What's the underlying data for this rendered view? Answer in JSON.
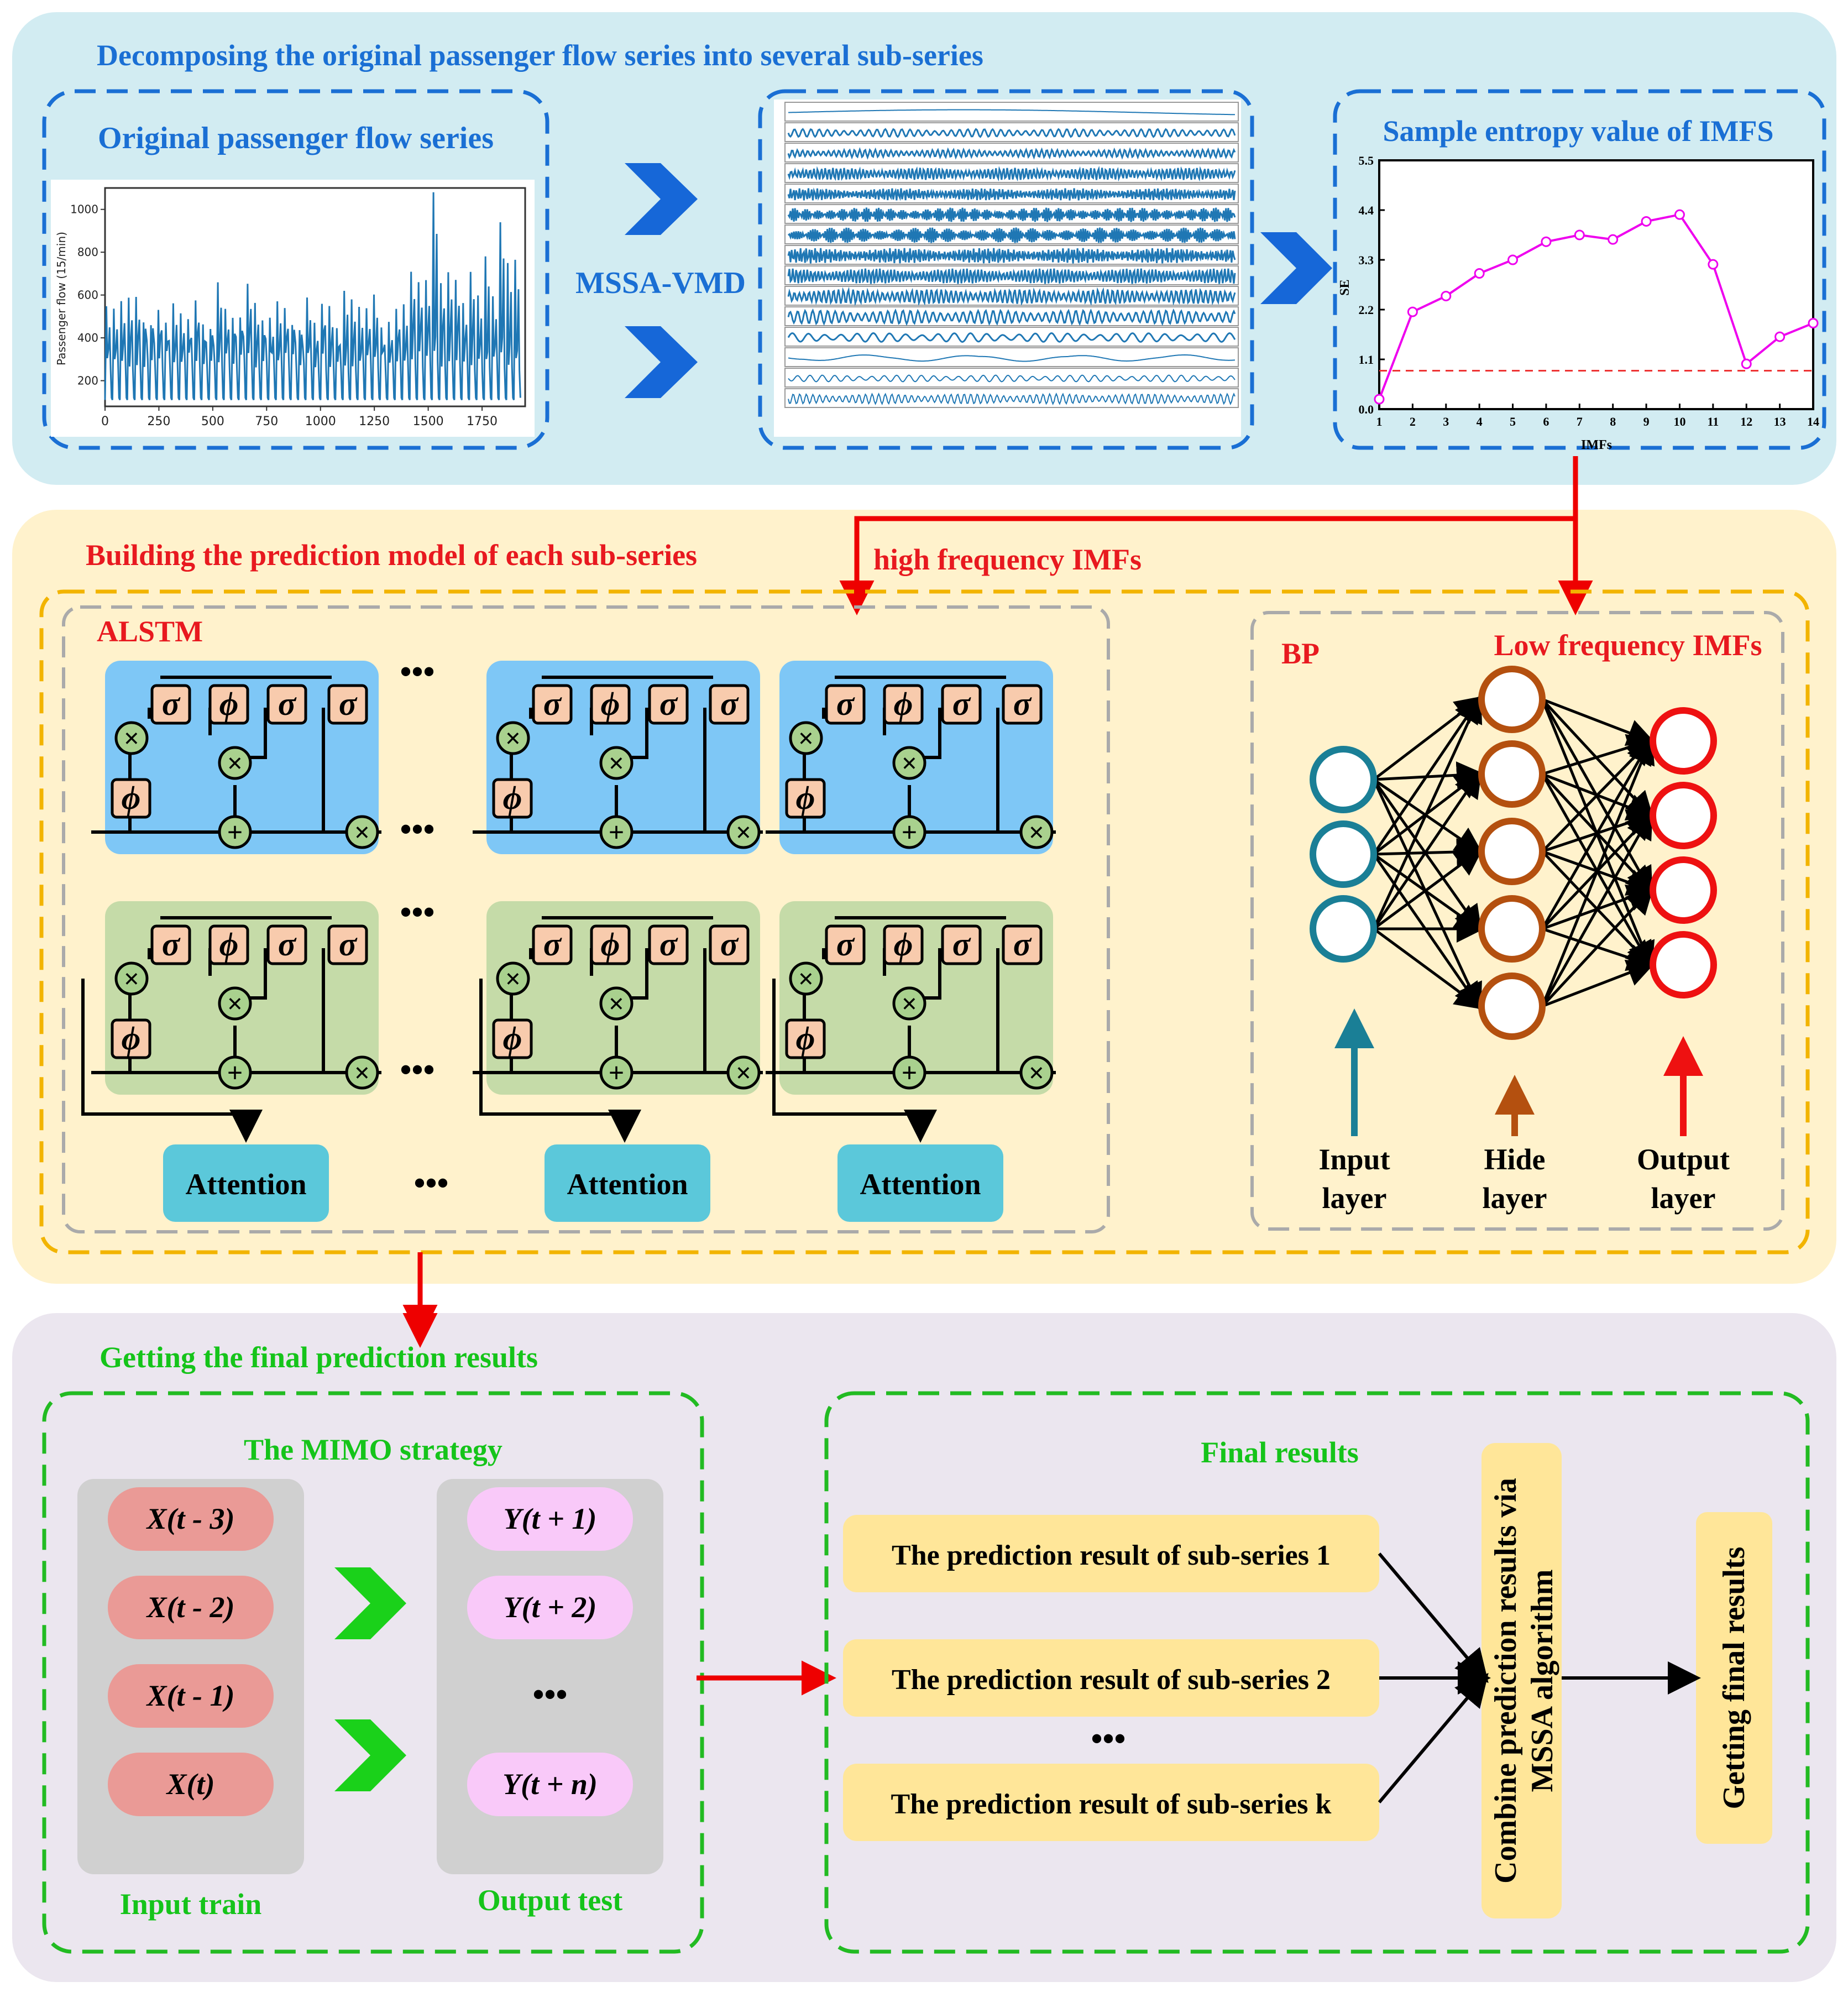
{
  "section1": {
    "title": "Decomposing the original passenger flow series into several sub-series",
    "original_panel_title": "Original passenger flow series",
    "method_label": "MSSA-VMD",
    "entropy_panel_title": "Sample entropy value of IMFS"
  },
  "section2": {
    "title": "Building the prediction model of each sub-series",
    "high_freq_label": "high frequency IMFs",
    "alstm_label": "ALSTM",
    "bp_label": "BP",
    "low_freq_label": "Low frequency IMFs",
    "gate_sigma": "σ",
    "gate_phi": "ϕ",
    "op_plus": "+",
    "op_times": "×",
    "ellipsis": "•••",
    "attention_labels": [
      "Attention",
      "Attention",
      "Attention"
    ],
    "bp_layers": [
      {
        "line1": "Input",
        "line2": "layer",
        "color": "#1a7f96"
      },
      {
        "line1": "Hide",
        "line2": "layer",
        "color": "#b4500f"
      },
      {
        "line1": "Output",
        "line2": "layer",
        "color": "#ee1111"
      }
    ]
  },
  "section3": {
    "title": "Getting the final prediction results",
    "mimo_title": "The MIMO strategy",
    "inputs": [
      "X(t - 3)",
      "X(t - 2)",
      "X(t - 1)",
      "X(t)"
    ],
    "outputs": [
      "Y(t + 1)",
      "Y(t + 2)",
      "•••",
      "Y(t + n)"
    ],
    "input_label": "Input train",
    "output_label": "Output test",
    "final_title": "Final results",
    "sub_results": [
      "The prediction result of sub-series 1",
      "The prediction result of sub-series 2",
      "The prediction result of sub-series k"
    ],
    "sub_ellipsis": "•••",
    "combine_line1": "Combine prediction results via",
    "combine_line2": "MSSA algorithm",
    "final_box": "Getting final results"
  },
  "chart_data": [
    {
      "type": "line",
      "ylabel": "Passenger flow (15/min)",
      "xlabel": "",
      "x_ticks": [
        0,
        250,
        500,
        750,
        1000,
        1250,
        1500,
        1750
      ],
      "y_ticks": [
        200,
        400,
        600,
        800,
        1000
      ],
      "xlim": [
        0,
        1950
      ],
      "ylim": [
        80,
        1100
      ],
      "pattern": "daily peaks between 450 and 1080, troughs near 100"
    },
    {
      "type": "line",
      "xlabel": "IMFs",
      "ylabel": "SE",
      "categories": [
        1,
        2,
        3,
        4,
        5,
        6,
        7,
        8,
        9,
        10,
        11,
        12,
        13,
        14
      ],
      "values": [
        0.22,
        2.15,
        2.5,
        3.0,
        3.3,
        3.7,
        3.85,
        3.75,
        4.15,
        4.3,
        3.2,
        1.0,
        1.6,
        1.9
      ],
      "threshold": 0.85,
      "y_ticks": [
        "0.0",
        "1.1",
        "2.2",
        "3.3",
        "4.4",
        "5.5"
      ],
      "ylim": [
        0,
        5.5
      ],
      "xlim": [
        1,
        14
      ],
      "line_color": "#ee00ee",
      "threshold_color": "#ee3333"
    }
  ]
}
